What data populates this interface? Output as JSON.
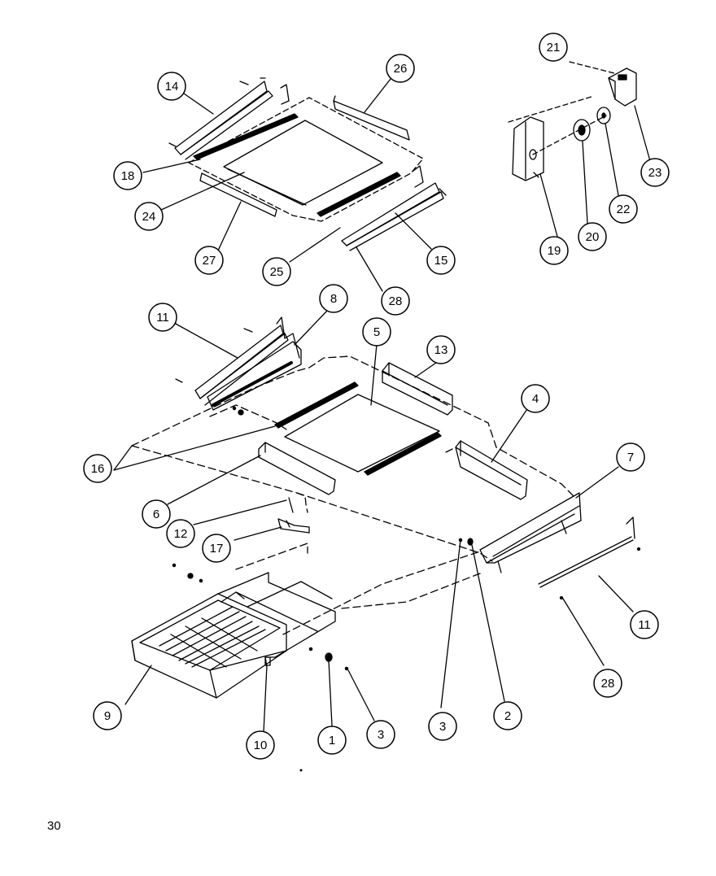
{
  "diagram": {
    "callouts": [
      {
        "id": "c14",
        "label": "14"
      },
      {
        "id": "c26",
        "label": "26"
      },
      {
        "id": "c18",
        "label": "18"
      },
      {
        "id": "c24",
        "label": "24"
      },
      {
        "id": "c27",
        "label": "27"
      },
      {
        "id": "c25",
        "label": "25"
      },
      {
        "id": "c28a",
        "label": "28"
      },
      {
        "id": "c15",
        "label": "15"
      },
      {
        "id": "c21",
        "label": "21"
      },
      {
        "id": "c23",
        "label": "23"
      },
      {
        "id": "c22",
        "label": "22"
      },
      {
        "id": "c20",
        "label": "20"
      },
      {
        "id": "c19",
        "label": "19"
      },
      {
        "id": "c11a",
        "label": "11"
      },
      {
        "id": "c8",
        "label": "8"
      },
      {
        "id": "c5",
        "label": "5"
      },
      {
        "id": "c13",
        "label": "13"
      },
      {
        "id": "c4",
        "label": "4"
      },
      {
        "id": "c7",
        "label": "7"
      },
      {
        "id": "c16",
        "label": "16"
      },
      {
        "id": "c6",
        "label": "6"
      },
      {
        "id": "c12",
        "label": "12"
      },
      {
        "id": "c17",
        "label": "17"
      },
      {
        "id": "c11b",
        "label": "11"
      },
      {
        "id": "c28b",
        "label": "28"
      },
      {
        "id": "c9",
        "label": "9"
      },
      {
        "id": "c10",
        "label": "10"
      },
      {
        "id": "c1",
        "label": "1"
      },
      {
        "id": "c3a",
        "label": "3"
      },
      {
        "id": "c3b",
        "label": "3"
      },
      {
        "id": "c2",
        "label": "2"
      }
    ]
  },
  "footer": {
    "page_number": "30"
  }
}
